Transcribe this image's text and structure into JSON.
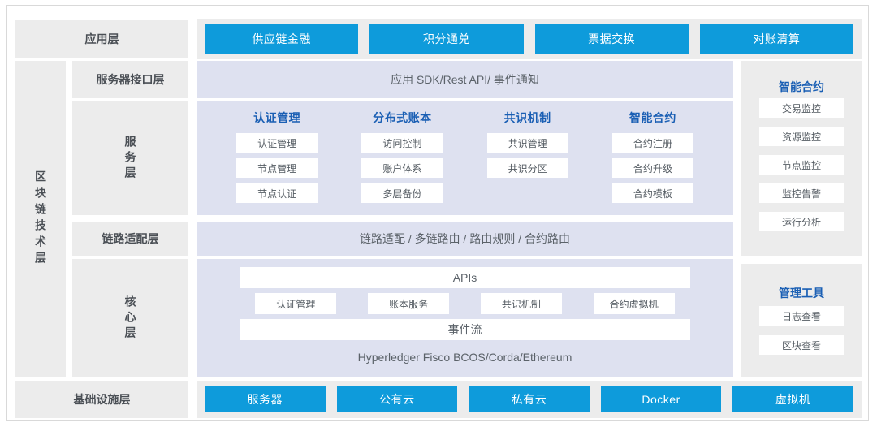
{
  "theme": {
    "accent_blue": "#0e9bdb",
    "header_blue": "#1a5fb4",
    "grey_panel": "#ececec",
    "lavender_panel": "#dee1f0",
    "box_white": "#ffffff",
    "text_dark": "#4a4f55"
  },
  "application_layer": {
    "label": "应用层",
    "buttons": [
      "供应链金融",
      "积分通兑",
      "票据交换",
      "对账清算"
    ]
  },
  "tech_layer": {
    "vertical_label": "区块链技术层",
    "server_interface_layer": {
      "label": "服务器接口层",
      "band_text": "应用 SDK/Rest API/ 事件通知"
    },
    "service_layer": {
      "label": "服务层",
      "columns": [
        {
          "head": "认证管理",
          "items": [
            "认证管理",
            "节点管理",
            "节点认证"
          ]
        },
        {
          "head": "分布式账本",
          "items": [
            "访问控制",
            "账户体系",
            "多层备份"
          ]
        },
        {
          "head": "共识机制",
          "items": [
            "共识管理",
            "共识分区"
          ]
        },
        {
          "head": "智能合约",
          "items": [
            "合约注册",
            "合约升级",
            "合约模板"
          ]
        }
      ]
    },
    "link_adapt_layer": {
      "label": "链路适配层",
      "band_text": "链路适配 / 多链路由 / 路由规则 / 合约路由"
    },
    "core_layer": {
      "label": "核心层",
      "apis_bar": "APIs",
      "modules": [
        "认证管理",
        "账本服务",
        "共识机制",
        "合约虚拟机"
      ],
      "event_bar": "事件流",
      "footer_text": "Hyperledger Fisco BCOS/Corda/Ethereum"
    }
  },
  "infrastructure_layer": {
    "label": "基础设施层",
    "buttons": [
      "服务器",
      "公有云",
      "私有云",
      "Docker",
      "虚拟机"
    ]
  },
  "side_panels": [
    {
      "head": "智能合约",
      "items": [
        "交易监控",
        "资源监控",
        "节点监控",
        "监控告警",
        "运行分析"
      ]
    },
    {
      "head": "管理工具",
      "items": [
        "日志查看",
        "区块查看"
      ]
    }
  ]
}
